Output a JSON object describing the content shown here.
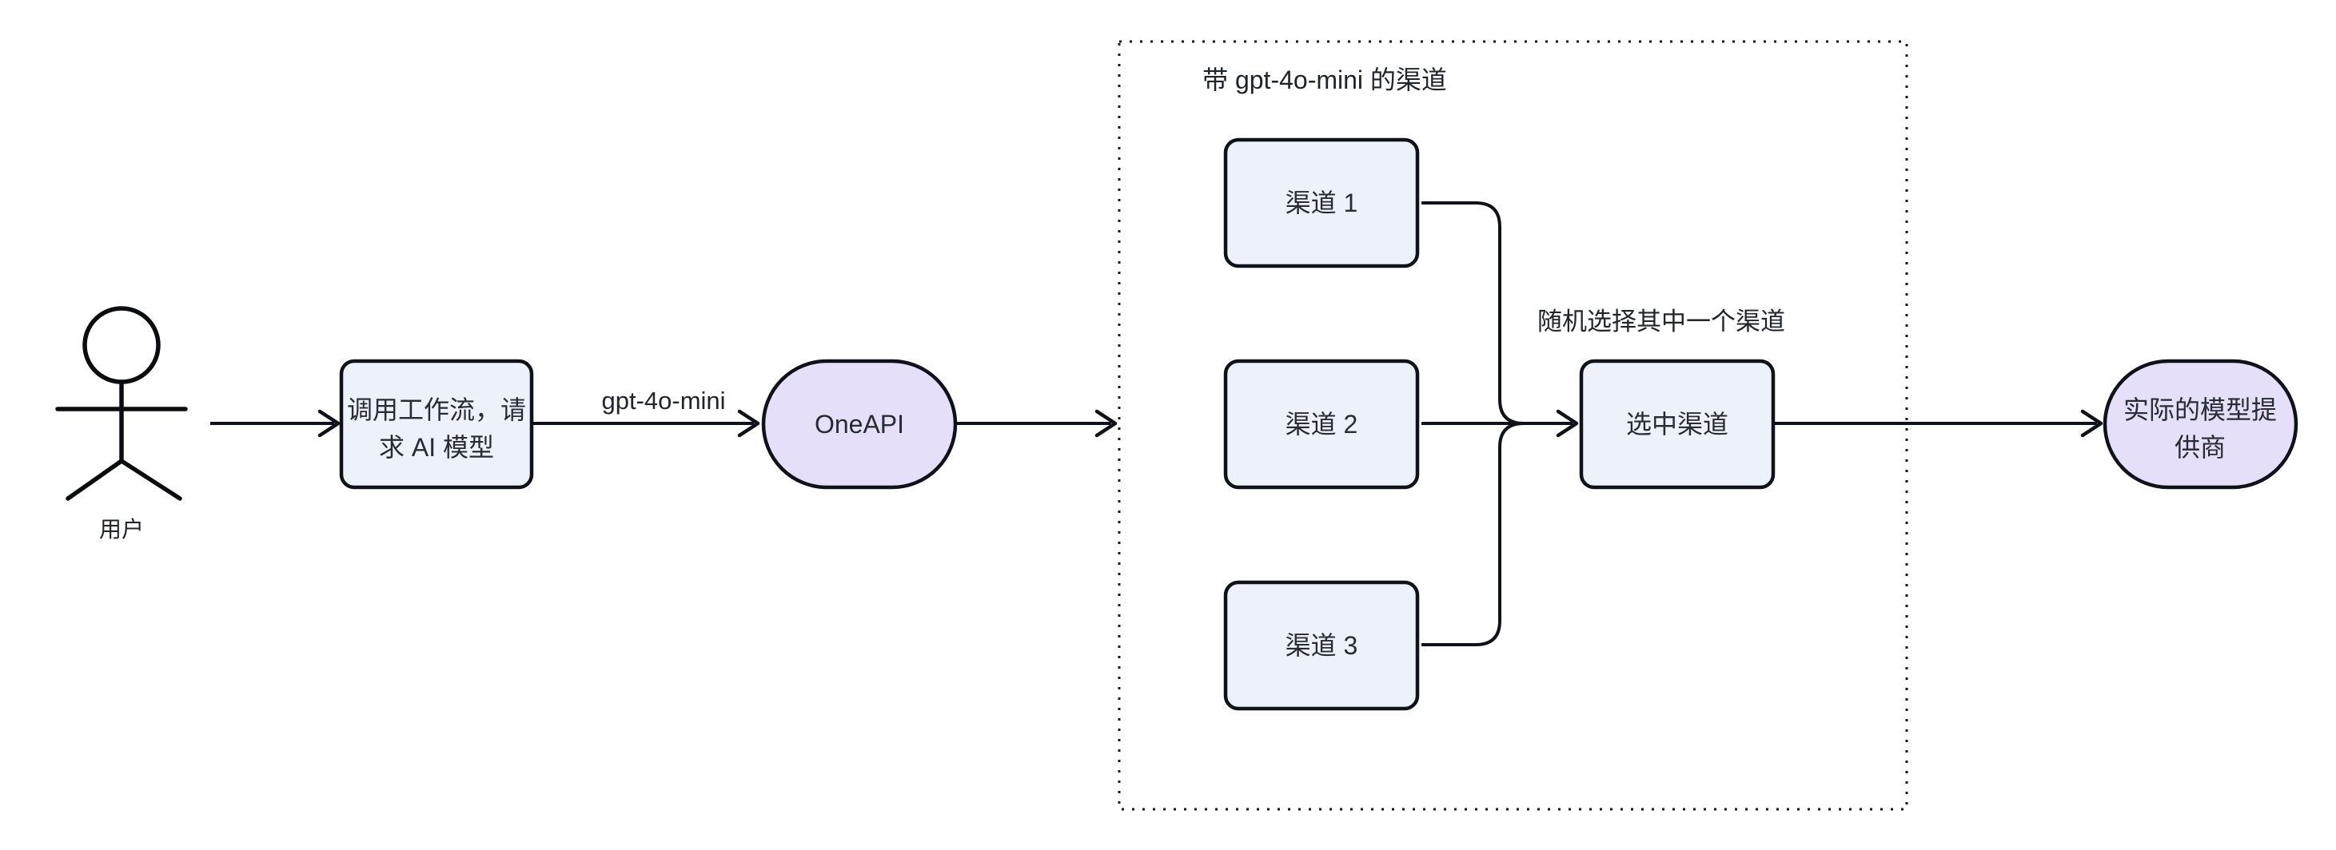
{
  "diagram": {
    "background_color": "#ffffff",
    "stroke_color": "#0f1218",
    "text_color": "#272b33",
    "rect_node_fill": "#ECF1FA",
    "stadium_node_fill": "#E5DFFA",
    "actor": {
      "label": "用户"
    },
    "nodes": {
      "workflow": {
        "line1": "调用工作流，请",
        "line2": "求 AI 模型"
      },
      "oneapi": {
        "label": "OneAPI"
      },
      "channel1": {
        "label": "渠道 1"
      },
      "channel2": {
        "label": "渠道 2"
      },
      "channel3": {
        "label": "渠道 3"
      },
      "selected": {
        "label": "选中渠道"
      },
      "provider": {
        "line1": "实际的模型提",
        "line2": "供商"
      }
    },
    "edge_labels": {
      "model": "gpt-4o-mini",
      "random_pick": "随机选择其中一个渠道"
    },
    "subgraph": {
      "title": "带 gpt-4o-mini 的渠道"
    }
  }
}
